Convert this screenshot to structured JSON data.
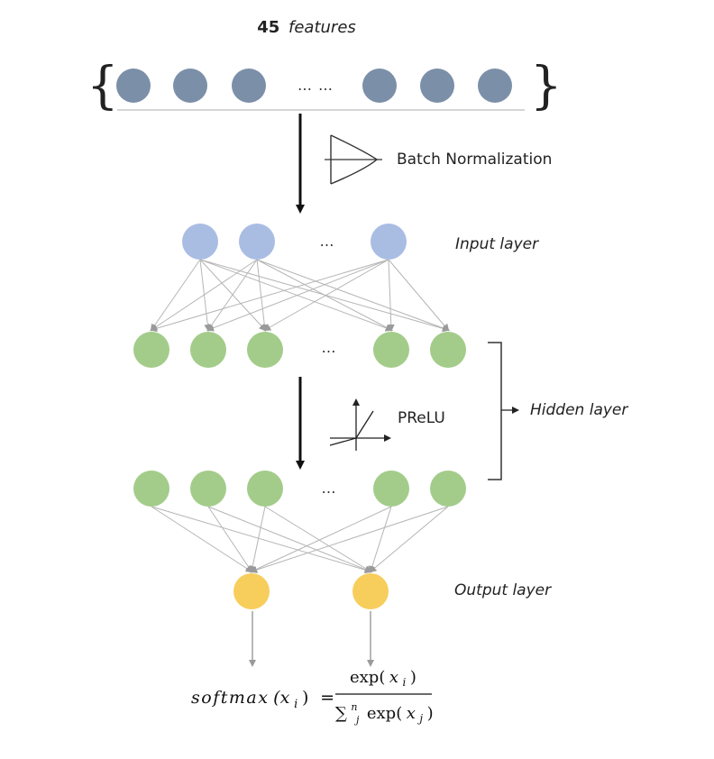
{
  "title": {
    "count": "45",
    "text": "features"
  },
  "ellipsis": {
    "features": "… …",
    "layers": "…"
  },
  "steps": {
    "batch_norm": "Batch Normalization",
    "prelu": "PReLU"
  },
  "layers": {
    "input": "Input layer",
    "hidden": "Hidden layer",
    "output": "Output layer"
  },
  "formula": {
    "lhs_func": "softmax",
    "lhs_arg": "(x",
    "lhs_sub": "i",
    "lhs_close": ")",
    "equals": "=",
    "num_func": "exp(",
    "num_var": "x",
    "num_sub": "i",
    "num_close": ")",
    "den_sum": "∑",
    "den_sup": "n",
    "den_sub": "j",
    "den_func": "exp(",
    "den_var": "x",
    "den_var_sub": "j",
    "den_close": ")"
  },
  "colors": {
    "feature_node": "#7b8fa8",
    "input_node": "#a9bde3",
    "hidden_node": "#a3cc8a",
    "output_node": "#f7cd5c",
    "edge": "#b5b5b5",
    "arrow": "#111111"
  }
}
